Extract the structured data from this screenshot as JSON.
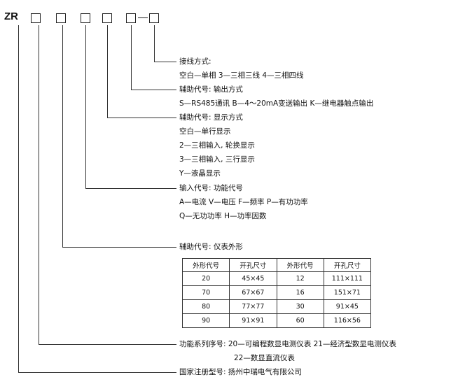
{
  "code": {
    "prefix": "ZR",
    "separator": "-"
  },
  "sections": {
    "wiring": {
      "title": "接线方式:",
      "lines": [
        "空白—单相  3—三相三线  4—三相四线"
      ]
    },
    "output": {
      "title": "辅助代号: 输出方式",
      "lines": [
        "S—RS485通讯 B—4～20mA变送输出 K—继电器触点输出"
      ]
    },
    "display": {
      "title": "辅助代号: 显示方式",
      "lines": [
        "空白—单行显示",
        "2—三相输入, 轮换显示",
        "3—三相输入, 三行显示",
        "Y—液晶显示"
      ]
    },
    "function": {
      "title": "输入代号: 功能代号",
      "lines": [
        "A—电流     V—电压     F—频率    P—有功功率",
        "Q—无功功率    H—功率因数"
      ]
    },
    "shape": {
      "title": "辅助代号: 仪表外形"
    },
    "series": {
      "title": "功能系列序号: 20—可编程数显电测仪表  21—经济型数显电测仪表",
      "lines": [
        "22—数显直流仪表"
      ]
    },
    "registration": {
      "title": "国家注册型号: 扬州中瑞电气有限公司"
    }
  },
  "table": {
    "headers": [
      "外形代号",
      "开孔尺寸",
      "外形代号",
      "开孔尺寸"
    ],
    "rows": [
      [
        "20",
        "45×45",
        "12",
        "111×111"
      ],
      [
        "70",
        "67×67",
        "16",
        "151×71"
      ],
      [
        "80",
        "77×77",
        "30",
        "91×45"
      ],
      [
        "90",
        "91×91",
        "60",
        "116×56"
      ]
    ]
  }
}
